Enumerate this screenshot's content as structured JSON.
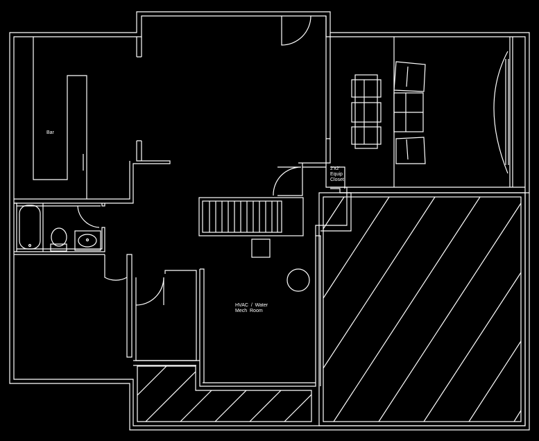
{
  "plan": {
    "line_color": "#ffffff",
    "background": "#000000",
    "rooms": {
      "bar": "Bar",
      "closet_size": "2'x2'",
      "closet_line1": "Equip",
      "closet_line2": "Closet",
      "mech_line1": "HVAC  /  Water",
      "mech_line2": "Mech  Room"
    }
  }
}
